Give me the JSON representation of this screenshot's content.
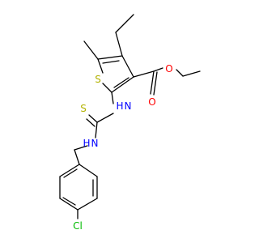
{
  "molecule": {
    "atoms": {
      "sulfur_ring": "S",
      "carbonyl_oxygen": "O",
      "ester_oxygen": "O",
      "amine_nh_lower": "H",
      "amine_n_lower": "N",
      "thione_sulfur": "S",
      "amine_nh_upper": "H",
      "amine_n_upper": "N",
      "chlorine": "Cl"
    },
    "colors": {
      "bond": "#000000",
      "sulfur": "#b2b200",
      "oxygen": "#ff0000",
      "nitrogen": "#0000ff",
      "chlorine": "#00bb00"
    }
  }
}
